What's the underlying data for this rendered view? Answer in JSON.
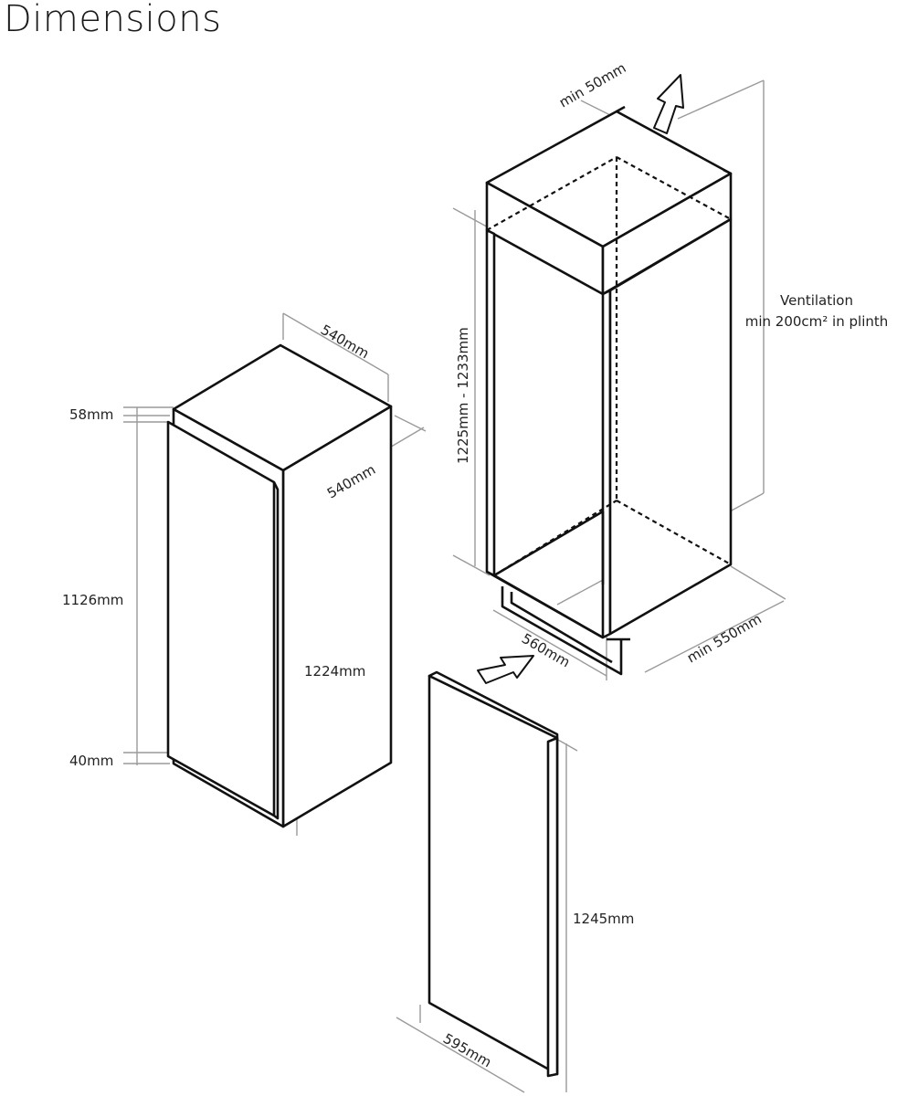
{
  "title": "Dimensions",
  "appliance": {
    "width_top": "540mm",
    "depth_side": "540mm",
    "top_gap": "58mm",
    "door_height": "1126mm",
    "bottom_gap": "40mm",
    "body_height": "1224mm"
  },
  "niche": {
    "top_ventilation_gap": "min 50mm",
    "height_range": "1225mm - 1233mm",
    "ventilation_line1": "Ventilation",
    "ventilation_line2": "min 200cm² in plinth",
    "width": "560mm",
    "depth": "min 550mm"
  },
  "door_panel": {
    "height": "1245mm",
    "width": "595mm"
  }
}
